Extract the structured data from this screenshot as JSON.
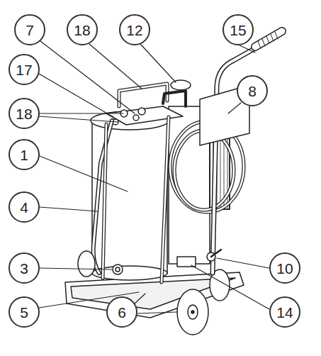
{
  "diagram": {
    "nodes": [
      {
        "text": [
          "7"
        ]
      },
      {
        "text": [
          "18"
        ]
      },
      {
        "text": [
          "12"
        ]
      },
      {
        "text": [
          "15"
        ]
      },
      {
        "text": [
          "17"
        ]
      },
      {
        "text": [
          "8"
        ]
      },
      {
        "text": [
          "18"
        ]
      },
      {
        "text": [
          "1"
        ]
      },
      {
        "text": [
          "4"
        ]
      },
      {
        "text": [
          "3"
        ]
      },
      {
        "text": [
          "10"
        ]
      },
      {
        "text": [
          "5"
        ]
      },
      {
        "text": [
          "6"
        ]
      },
      {
        "text": [
          "14"
        ]
      }
    ]
  }
}
